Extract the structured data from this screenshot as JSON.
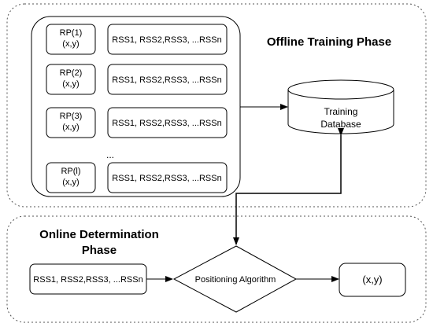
{
  "offline_phase": {
    "title": "Offline Training Phase",
    "reference_points": [
      {
        "label": "RP(1)",
        "coord": "(x,y)",
        "rss": "RSS1, RSS2,RSS3, ...RSSn"
      },
      {
        "label": "RP(2)",
        "coord": "(x,y)",
        "rss": "RSS1, RSS2,RSS3, ...RSSn"
      },
      {
        "label": "RP(3)",
        "coord": "(x,y)",
        "rss": "RSS1, RSS2,RSS3, ...RSSn"
      },
      {
        "label": "RP(l)",
        "coord": "(x,y)",
        "rss": "RSS1, RSS2,RSS3, ...RSSn"
      }
    ],
    "ellipsis": "...",
    "database": {
      "line1": "Training",
      "line2": "Database"
    }
  },
  "online_phase": {
    "title_line1": "Online Determination",
    "title_line2": "Phase",
    "input": "RSS1, RSS2,RSS3, ...RSSn",
    "algorithm": "Positioning Algorithm",
    "output": "(x,y)"
  },
  "colors": {
    "stroke": "#000000",
    "dashed_border": "#555555",
    "background": "#ffffff"
  }
}
